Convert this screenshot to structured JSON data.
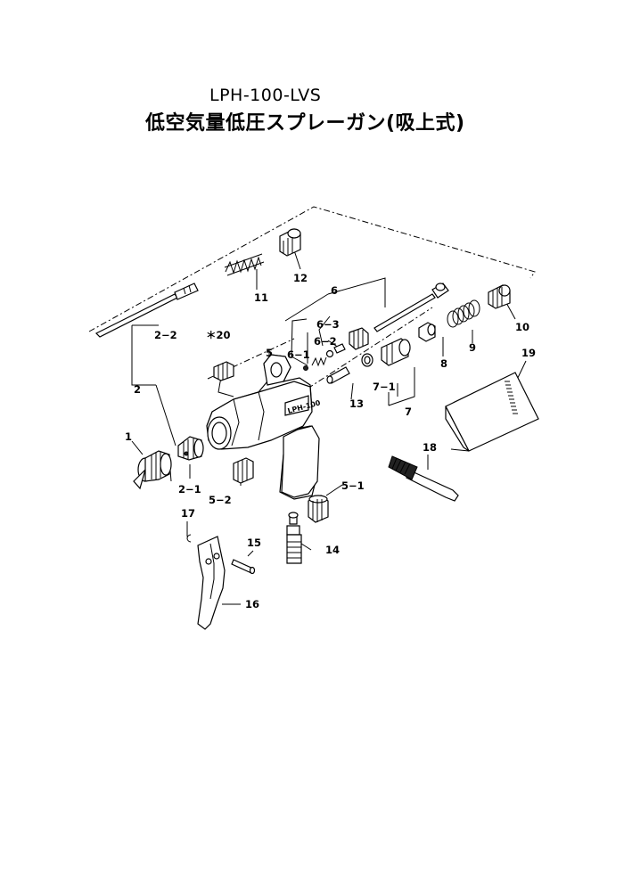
{
  "title": {
    "model": "LPH-100-LVS",
    "name": "低空気量低圧スプレーガン(吸上式)"
  },
  "labels": {
    "p1": "1",
    "p2": "2",
    "p2_1": "2−1",
    "p2_2": "2−2",
    "p5": "5",
    "p5_1": "5−1",
    "p5_2": "5−2",
    "p6": "6",
    "p6_1": "6−1",
    "p6_2": "6−2",
    "p6_3": "6−3",
    "p7": "7",
    "p7_1": "7−1",
    "p8": "8",
    "p9": "9",
    "p10": "10",
    "p11": "11",
    "p12": "12",
    "p13": "13",
    "p14": "14",
    "p15": "15",
    "p16": "16",
    "p17": "17",
    "p18": "18",
    "p19": "19",
    "p20": "＊20"
  },
  "gun_marking": "LPH-100"
}
